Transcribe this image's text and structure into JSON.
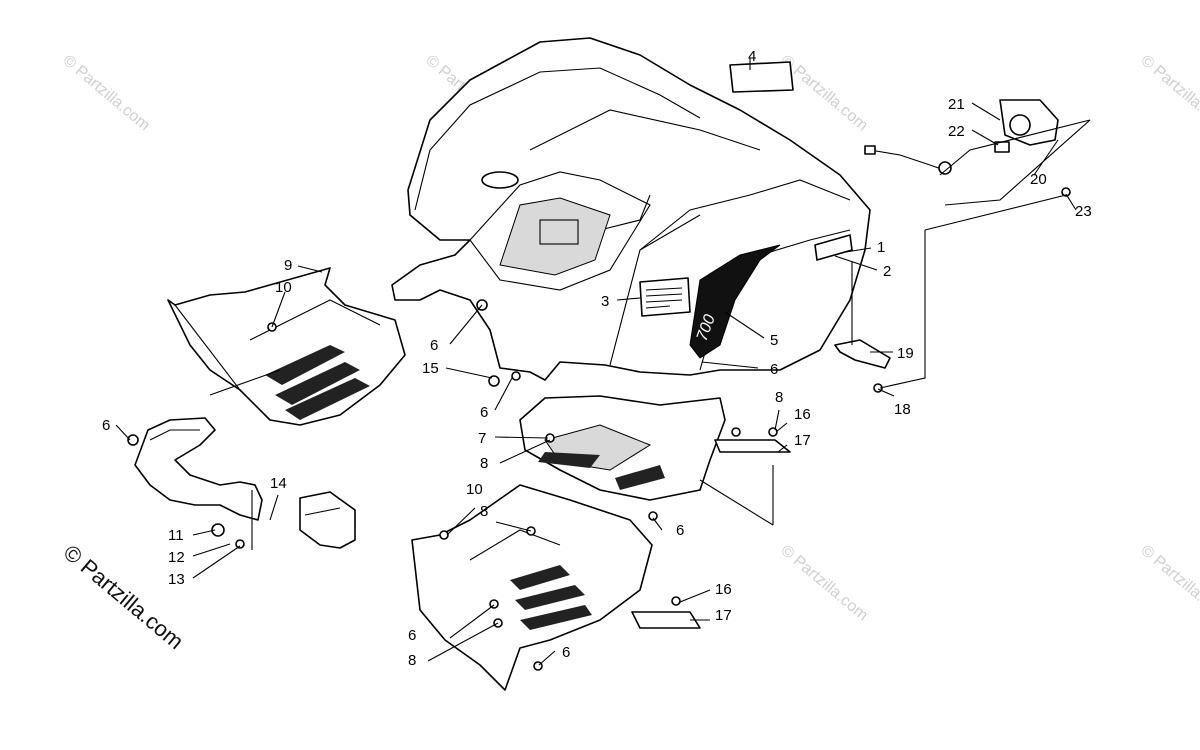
{
  "watermark": {
    "text": "© Partzilla.com",
    "corner_text": "© Partzilla.com"
  },
  "decal_model_text": "700",
  "callouts": [
    {
      "id": "c1",
      "label": "1"
    },
    {
      "id": "c2",
      "label": "2"
    },
    {
      "id": "c3",
      "label": "3"
    },
    {
      "id": "c4",
      "label": "4"
    },
    {
      "id": "c5",
      "label": "5"
    },
    {
      "id": "c6a",
      "label": "6"
    },
    {
      "id": "c6b",
      "label": "6"
    },
    {
      "id": "c6c",
      "label": "6"
    },
    {
      "id": "c6d",
      "label": "6"
    },
    {
      "id": "c6e",
      "label": "6"
    },
    {
      "id": "c6f",
      "label": "6"
    },
    {
      "id": "c6g",
      "label": "6"
    },
    {
      "id": "c7",
      "label": "7"
    },
    {
      "id": "c8a",
      "label": "8"
    },
    {
      "id": "c8b",
      "label": "8"
    },
    {
      "id": "c8c",
      "label": "8"
    },
    {
      "id": "c8d",
      "label": "8"
    },
    {
      "id": "c9",
      "label": "9"
    },
    {
      "id": "c10a",
      "label": "10"
    },
    {
      "id": "c10b",
      "label": "10"
    },
    {
      "id": "c11",
      "label": "11"
    },
    {
      "id": "c12",
      "label": "12"
    },
    {
      "id": "c13",
      "label": "13"
    },
    {
      "id": "c14",
      "label": "14"
    },
    {
      "id": "c15",
      "label": "15"
    },
    {
      "id": "c16a",
      "label": "16"
    },
    {
      "id": "c16b",
      "label": "16"
    },
    {
      "id": "c17a",
      "label": "17"
    },
    {
      "id": "c17b",
      "label": "17"
    },
    {
      "id": "c18",
      "label": "18"
    },
    {
      "id": "c19",
      "label": "19"
    },
    {
      "id": "c20",
      "label": "20"
    },
    {
      "id": "c21",
      "label": "21"
    },
    {
      "id": "c22",
      "label": "22"
    },
    {
      "id": "c23",
      "label": "23"
    }
  ]
}
